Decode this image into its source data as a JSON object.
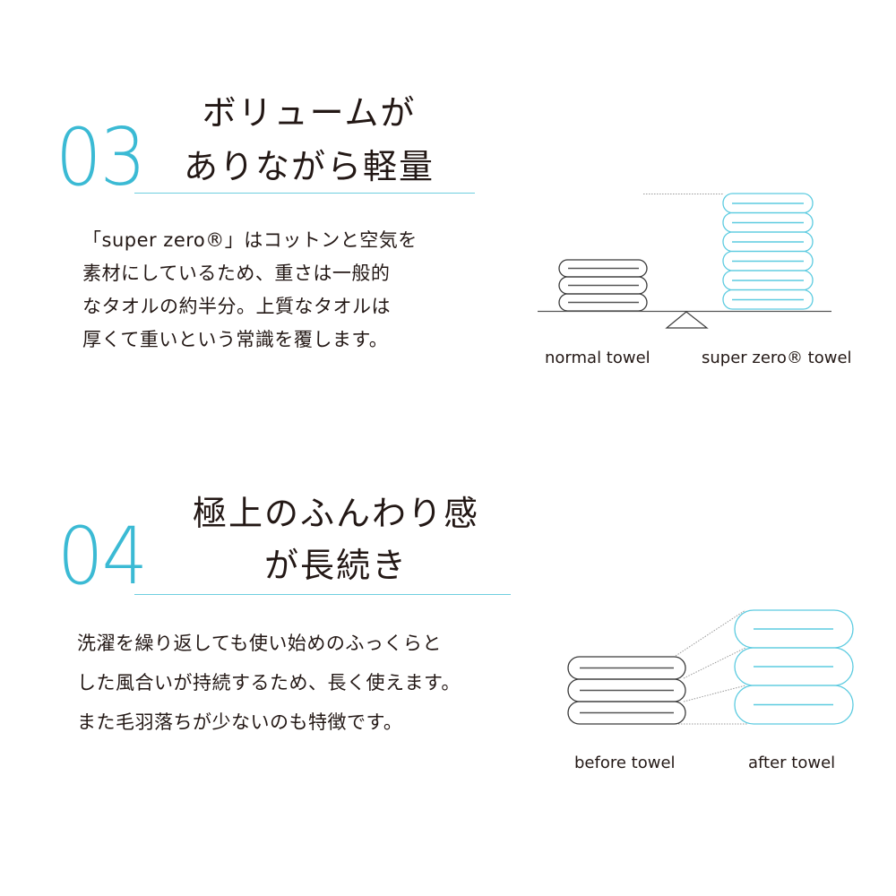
{
  "section3": {
    "number": "03",
    "title_line1": "ボリュームが",
    "title_line2": "ありながら軽量",
    "body": [
      "「super zero®」はコットンと空気を",
      "素材にしているため、重さは一般的",
      "なタオルの約半分。上質なタオルは",
      "厚くて重いという常識を覆します。"
    ],
    "diagram": {
      "left_label": "normal towel",
      "right_label": "super zero® towel",
      "left_count": 3,
      "right_count": 6
    }
  },
  "section4": {
    "number": "04",
    "title_line1": "極上のふんわり感",
    "title_line2": "が長続き",
    "body": [
      "洗濯を繰り返しても使い始めのふっくらと",
      "した風合いが持続するため、長く使えます。",
      "また毛羽落ちが少ないのも特徴です。"
    ],
    "diagram": {
      "left_label": "before towel",
      "right_label": "after towel",
      "left_count": 3,
      "right_count": 3
    }
  },
  "colors": {
    "accent": "#3bbad4",
    "rule": "#6fcfe0",
    "towel_cyan": "#5ccbe0",
    "towel_dark": "#3a3a3a",
    "text": "#231815"
  }
}
